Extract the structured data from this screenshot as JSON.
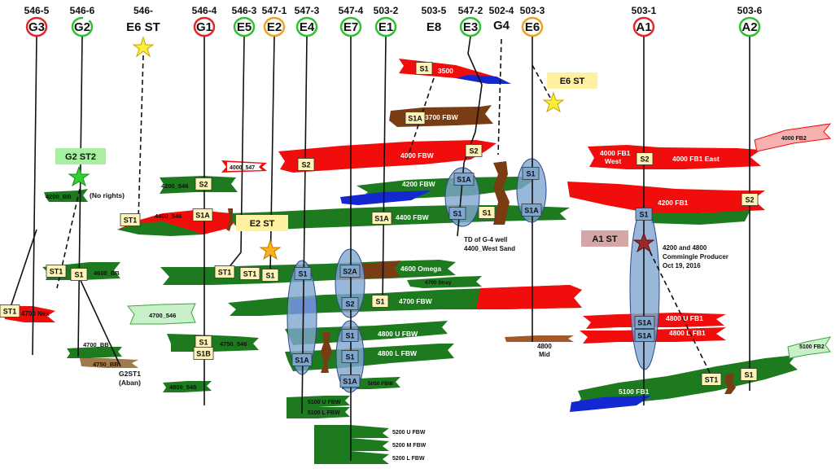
{
  "colors": {
    "sand_green": "#1e7a1e",
    "sand_red": "#f20d0d",
    "sand_blue": "#1428d2",
    "fault_brown": "#7a3c12",
    "tag_fill": "#fff4b8",
    "compartment_fill": "#7fa6cf",
    "circle_red": "#e4252a",
    "circle_green": "#2fc02f",
    "circle_orange": "#f0a020",
    "st_label_green": "#a6f0a0",
    "st_label_yellow": "#fff1a0",
    "st_label_red": "#d6a5a5"
  },
  "wells": [
    {
      "id": "w1",
      "number": "546-5",
      "label": "G3",
      "ring": "red"
    },
    {
      "id": "w2",
      "number": "546-6",
      "label": "G2",
      "ring": "green"
    },
    {
      "id": "w3",
      "number": "546-",
      "label": "E6 ST",
      "ring": "none"
    },
    {
      "id": "w4",
      "number": "546-4",
      "label": "G1",
      "ring": "red"
    },
    {
      "id": "w5",
      "number": "546-3",
      "label": "E5",
      "ring": "green"
    },
    {
      "id": "w6",
      "number": "547-1",
      "label": "E2",
      "ring": "orange"
    },
    {
      "id": "w7",
      "number": "547-3",
      "label": "E4",
      "ring": "green"
    },
    {
      "id": "w8",
      "number": "547-4",
      "label": "E7",
      "ring": "green"
    },
    {
      "id": "w9",
      "number": "503-2",
      "label": "E1",
      "ring": "green"
    },
    {
      "id": "w10",
      "number": "503-5",
      "label": "E8",
      "ring": "none"
    },
    {
      "id": "w11",
      "number": "547-2",
      "label": "E3",
      "ring": "green"
    },
    {
      "id": "w12",
      "number": "502-4",
      "label": "G4",
      "ring": "none"
    },
    {
      "id": "w13",
      "number": "503-3",
      "label": "E6",
      "ring": "orange"
    },
    {
      "id": "w14",
      "number": "503-1",
      "label": "A1",
      "ring": "red"
    },
    {
      "id": "w15",
      "number": "503-6",
      "label": "A2",
      "ring": "green"
    }
  ],
  "sands": {
    "s3500": "3500",
    "s3700": "3700 FBW",
    "s4000": "4000 FBW",
    "s4000_547": "4000_547",
    "s4000fb1w_a": "4000 FB1",
    "s4000fb1w_b": "West",
    "s4000fb1e": "4000 FB1 East",
    "s4000fb2": "4000 FB2",
    "s4200_546": "4200_546",
    "s4200": "4200 FBW",
    "s4200bb": "4200_BB",
    "s4200fb1": "4200 FB1",
    "s4400_546": "4400_546",
    "s4400": "4400 FBW",
    "s4600bb": "4600_BB",
    "s4600": "4600 Omega",
    "s4700stray": "4700 Stray",
    "s4700nex": "4700 Nex",
    "s4700_546": "4700_546",
    "s4700": "4700 FBW",
    "s4700bb": "4700_BB",
    "s4750_546": "4750_546",
    "s4750bb": "4750_BB",
    "s4800u": "4800 U FBW",
    "s4800l": "4800 L FBW",
    "s4800ufb1": "4800 U FB1",
    "s4800lfb1": "4800 L FB1",
    "s4800_546": "4800_546",
    "s4800mid_a": "4800",
    "s4800mid_b": "Mid",
    "s5050": "5050 FBW",
    "s5100u": "5100 U FBW",
    "s5100l": "5100 L FBW",
    "s5100fb1": "5100 FB1",
    "s5100fb2": "5100 FB2",
    "s5200u": "5200 U FBW",
    "s5200m": "5200 M FBW",
    "s5200l": "5200 L FBW"
  },
  "tags": {
    "S1": "S1",
    "S1A": "S1A",
    "S1B": "S1B",
    "S2": "S2",
    "S2A": "S2A",
    "ST1": "ST1"
  },
  "st_labels": {
    "g2st2": "G2 ST2",
    "e2st": "E2 ST",
    "e6st": "E6 ST",
    "a1st": "A1 ST"
  },
  "notes": {
    "no_rights": "(No rights)",
    "g2st1_a": "G2ST1",
    "g2st1_b": "(Aban)",
    "td_a": "TD  of G-4 well",
    "td_b": "4400_West Sand",
    "comm_a": "4200  and 4800",
    "comm_b": "Commingle Producer",
    "comm_c": "Oct 19, 2016"
  }
}
